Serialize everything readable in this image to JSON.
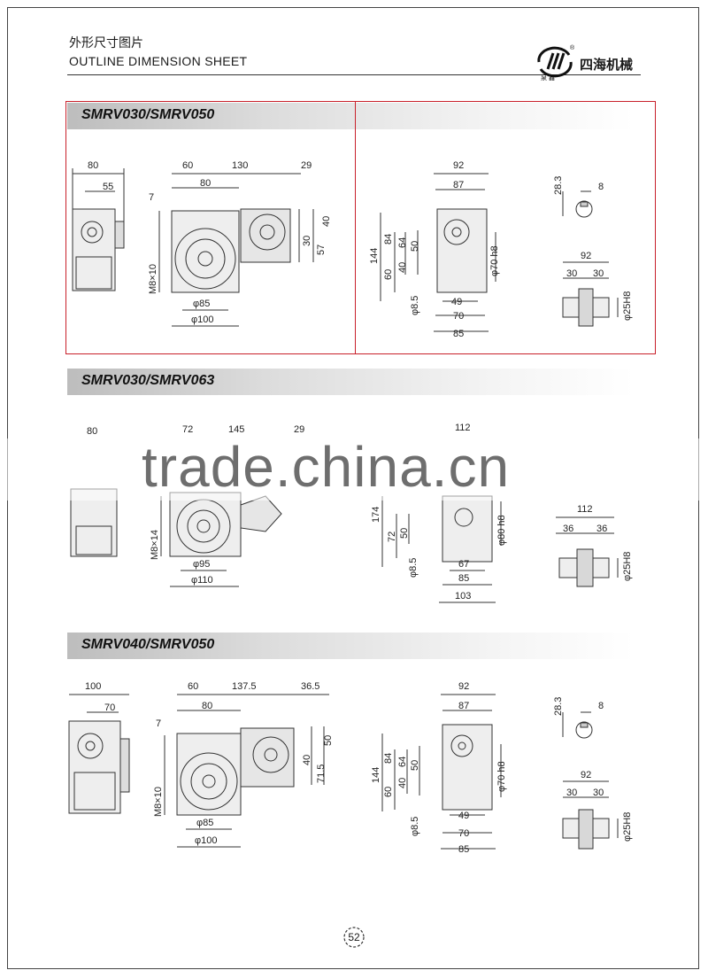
{
  "header": {
    "title_cn": "外形尺寸图片",
    "title_en": "OUTLINE DIMENSION SHEET",
    "company": "四海机械",
    "logo_mark": "®",
    "logo_sub": "泉 鑫"
  },
  "sections": [
    {
      "title": "SMRV030/SMRV050",
      "dims": {
        "side_w": "80",
        "side_w2": "55",
        "top_60": "60",
        "top_130": "130",
        "top_29": "29",
        "top_80": "80",
        "left_7": "7",
        "m_thread": "M8×10",
        "phi_a": "φ85",
        "phi_b": "φ100",
        "r_40": "40",
        "r_30": "30",
        "r_57": "57",
        "w_92": "92",
        "w_87": "87",
        "h_144": "144",
        "h_84": "84",
        "h_64": "64",
        "h_40": "40",
        "h_60": "60",
        "h_50": "50",
        "phi_70h8": "φ70 h8",
        "hole": "φ8.5",
        "b_49": "49",
        "b_70": "70",
        "b_85": "85",
        "key_28_3": "28.3",
        "key_8": "8",
        "shaft_92": "92",
        "shaft_30a": "30",
        "shaft_30b": "30",
        "shaft_bore": "φ25H8"
      }
    },
    {
      "title": "SMRV030/SMRV063",
      "dims": {
        "side_w": "80",
        "top_72": "72",
        "top_145": "145",
        "top_29": "29",
        "m_thread": "M8×14",
        "phi_a": "φ95",
        "phi_b": "φ110",
        "w_112": "112",
        "h_174": "174",
        "h_72": "72",
        "h_50": "50",
        "phi_80h8": "φ80 h8",
        "hole": "φ8.5",
        "b_67": "67",
        "b_85": "85",
        "b_103": "103",
        "shaft_112": "112",
        "shaft_36a": "36",
        "shaft_36b": "36",
        "shaft_bore": "φ25H8"
      }
    },
    {
      "title": "SMRV040/SMRV050",
      "dims": {
        "side_w": "100",
        "side_w2": "70",
        "top_60": "60",
        "top_137_5": "137.5",
        "top_36_5": "36.5",
        "top_80": "80",
        "left_7": "7",
        "m_thread": "M8×10",
        "phi_a": "φ85",
        "phi_b": "φ100",
        "r_50": "50",
        "r_40": "40",
        "r_71_5": "71.5",
        "w_92": "92",
        "w_87": "87",
        "h_144": "144",
        "h_84": "84",
        "h_64": "64",
        "h_50": "50",
        "h_40": "40",
        "h_60": "60",
        "phi_70h8": "φ70 h8",
        "hole": "φ8.5",
        "b_49": "49",
        "b_70": "70",
        "b_85": "85",
        "key_28_3": "28.3",
        "key_8": "8",
        "shaft_92": "92",
        "shaft_30a": "30",
        "shaft_30b": "30",
        "shaft_bore": "φ25H8"
      }
    }
  ],
  "watermark": "trade.china.cn",
  "page_number": "52"
}
